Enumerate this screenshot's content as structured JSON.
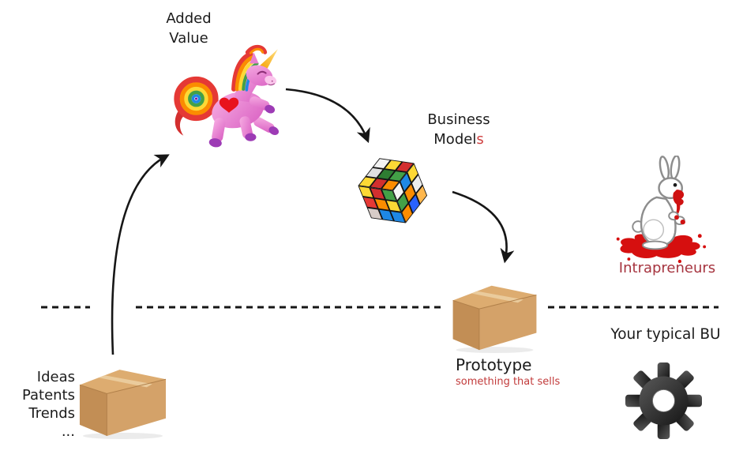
{
  "colors": {
    "text": "#1c1c1c",
    "red_accent": "#cf4040",
    "crimson": "#c23b3b",
    "dark_red": "#a6343f",
    "line": "#161616",
    "cardboard": "#d4a269",
    "unicorn_pink": "#e583d3",
    "blood_red": "#d60f0f",
    "gear_dark": "#262626"
  },
  "labels": {
    "added_value": {
      "line1": "Added",
      "line2": "Value"
    },
    "business_models": {
      "line1": "Business",
      "line2_black": "Model",
      "line2_red": "s"
    },
    "intrapreneurs": "Intrapreneurs",
    "your_typical_bu": "Your typical BU",
    "inputs": {
      "lines": [
        "Ideas",
        "Patents",
        "Trends",
        "..."
      ]
    },
    "prototype": {
      "title": "Prototype",
      "subtitle": "something that sells"
    }
  },
  "icons": {
    "unicorn": "rainbow-unicorn-icon",
    "cube": "rubiks-cube-icon",
    "box_inputs": "cardboard-box-icon",
    "box_prototype": "cardboard-box-icon",
    "rabbit": "killer-rabbit-icon",
    "gear": "gear-icon"
  },
  "cube_stickers": {
    "top": [
      "#f2f2f2",
      "#e0e0e0",
      "#fdd835",
      "#fdd835",
      "#2e7d32",
      "#d32f2f",
      "#d32f2f",
      "#43a047",
      "#fb8c00"
    ],
    "left": [
      "#fdd835",
      "#d32f2f",
      "#43a047",
      "#e53935",
      "#fb8c00",
      "#fdd835",
      "#d7ccc8",
      "#1e88e5",
      "#1e88e5"
    ],
    "right": [
      "#f5f5f5",
      "#1e88e5",
      "#fdd835",
      "#43a047",
      "#fb8c00",
      "#ededed",
      "#fb8c00",
      "#2962ff",
      "#ffb74d"
    ]
  }
}
